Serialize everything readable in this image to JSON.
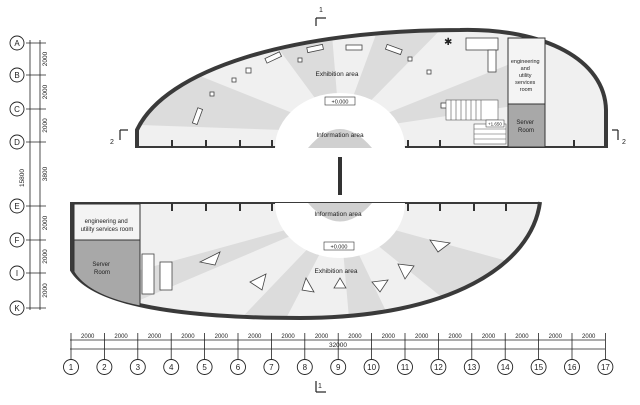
{
  "section_marks": {
    "top": "1",
    "bottom": "1",
    "left": "2",
    "right": "2"
  },
  "row_axes": [
    "A",
    "B",
    "C",
    "D",
    "E",
    "F",
    "I",
    "K"
  ],
  "row_dimensions": [
    "2000",
    "2000",
    "2000",
    "3800",
    "2000",
    "2000",
    "2000"
  ],
  "row_total": "15800",
  "column_axes": [
    "1",
    "2",
    "3",
    "4",
    "5",
    "6",
    "7",
    "8",
    "9",
    "10",
    "11",
    "12",
    "13",
    "14",
    "15",
    "16",
    "17"
  ],
  "column_dimensions": [
    "2000",
    "2000",
    "2000",
    "2000",
    "2000",
    "2000",
    "2000",
    "2000",
    "2000",
    "2000",
    "2000",
    "2000",
    "2000",
    "2000",
    "2000",
    "2000"
  ],
  "column_total": "32000",
  "upper_wing": {
    "exhibition_label": "Exhibition area",
    "information_label": "Information area",
    "level_mark": "+0.000",
    "stair_mark": "+1.650",
    "engineering_label": [
      "engineering",
      "and",
      "utility",
      "services",
      "room"
    ],
    "server_label": [
      "Server",
      "Room"
    ]
  },
  "lower_wing": {
    "exhibition_label": "Exhibition area",
    "information_label": "Information area",
    "level_mark": "+0.000",
    "engineering_label": [
      "engineering and",
      "utility services room"
    ],
    "server_label": [
      "Server",
      "Room"
    ]
  },
  "colors": {
    "wall": "#3a3a3a",
    "floor": "#f0f0f0",
    "sector_dark": "#dcdcdc",
    "service_room": "#a8a8a8"
  }
}
